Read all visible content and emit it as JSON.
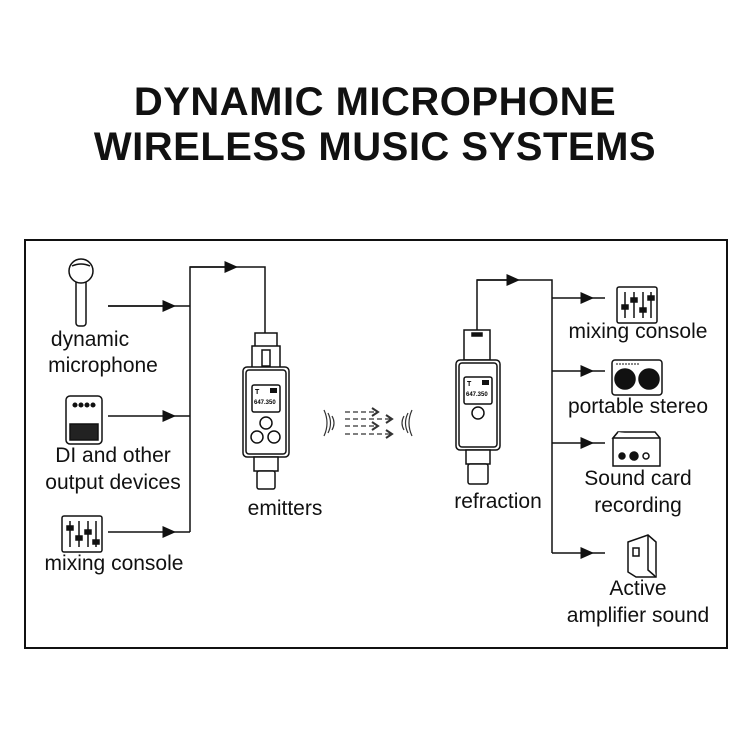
{
  "title": {
    "line1": "DYNAMIC MICROPHONE",
    "line2": "WIRELESS MUSIC SYSTEMS"
  },
  "inputs": [
    {
      "label1": "dynamic",
      "label2": "microphone",
      "icon": "microphone-icon"
    },
    {
      "label1": "DI and other",
      "label2": "output devices",
      "icon": "di-box-icon"
    },
    {
      "label1": "mixing console",
      "icon": "mixing-console-icon"
    }
  ],
  "emitter": {
    "label": "emitters",
    "display_mode": "T",
    "display_freq": "647.350"
  },
  "receiver": {
    "label": "refraction",
    "display_mode": "T",
    "display_freq": "647.350"
  },
  "outputs": [
    {
      "label1": "mixing console",
      "icon": "mixing-console-icon"
    },
    {
      "label1": "portable stereo",
      "icon": "stereo-speaker-icon"
    },
    {
      "label1": "Sound card",
      "label2": "recording",
      "icon": "sound-card-icon"
    },
    {
      "label1": "Active",
      "label2": "amplifier sound",
      "icon": "speaker-icon"
    }
  ]
}
